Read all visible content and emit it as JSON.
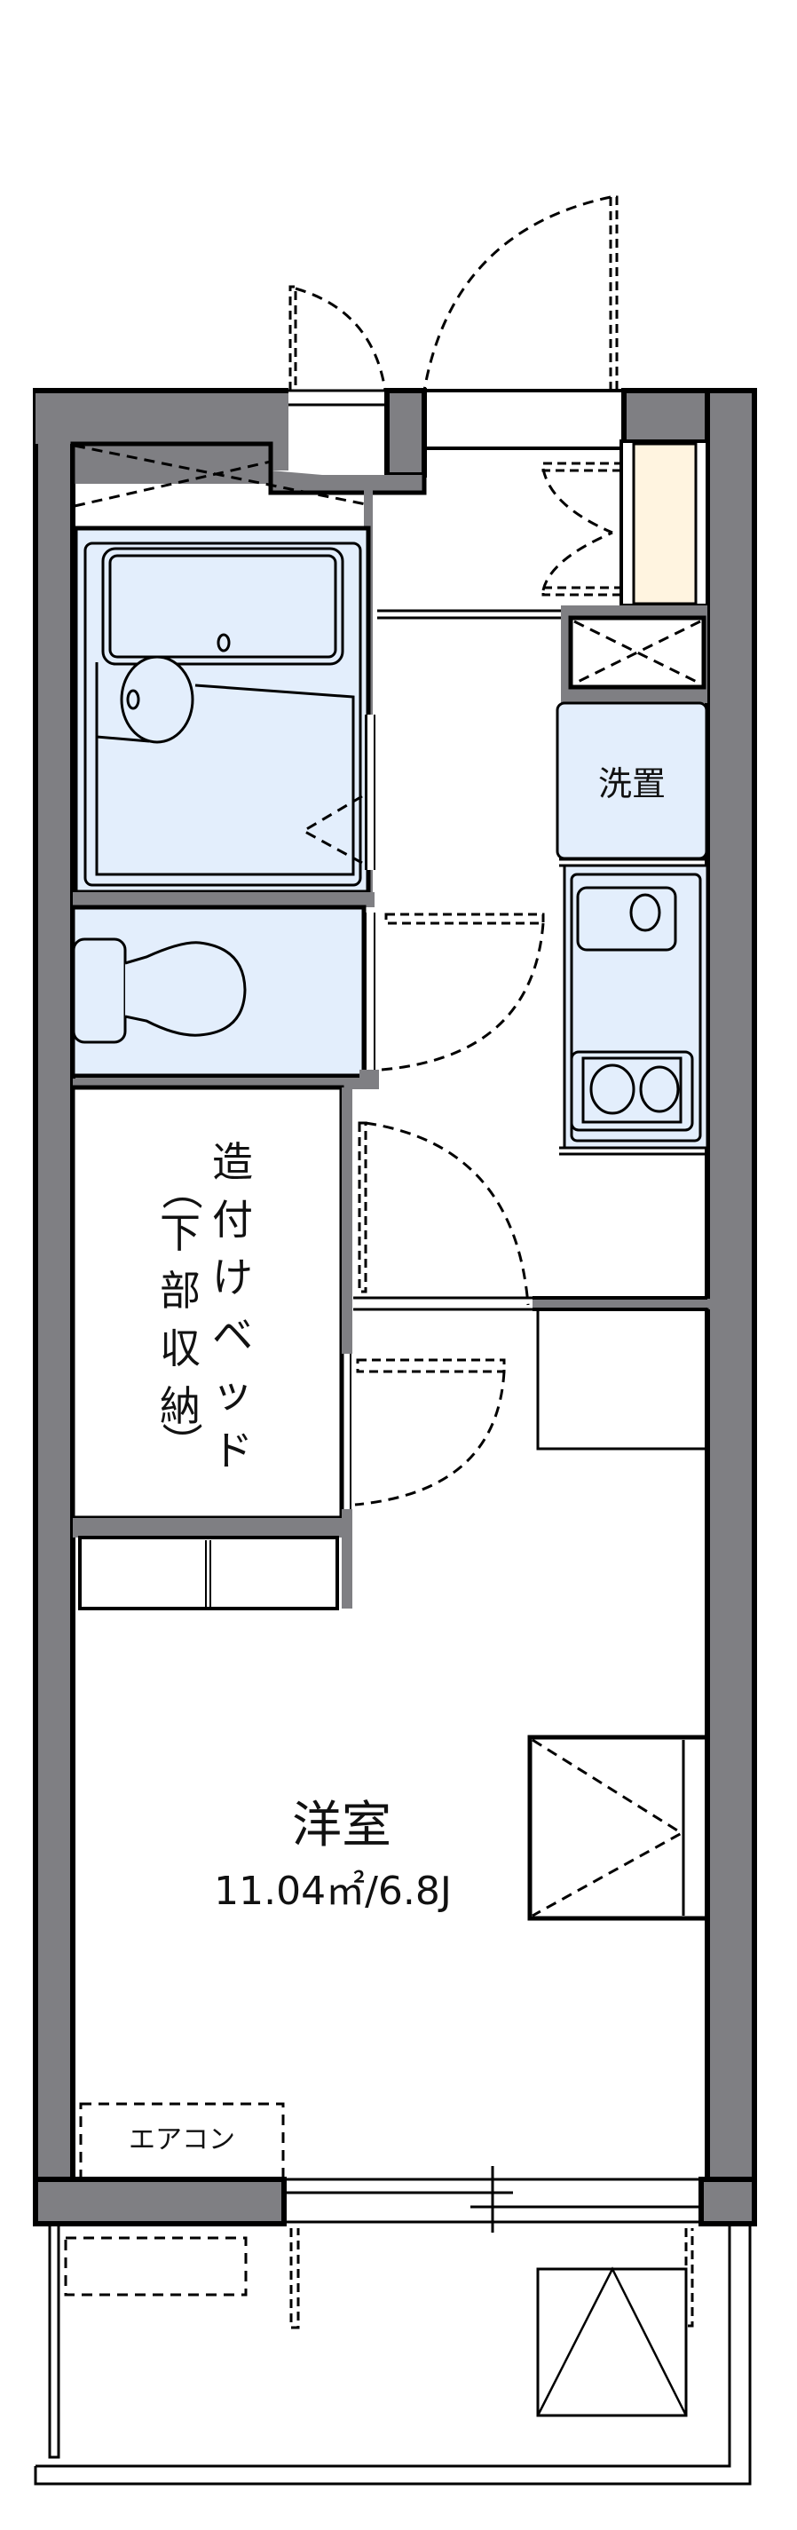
{
  "floor_plan": {
    "rooms": {
      "western_room": {
        "name": "洋室",
        "area": "11.04㎡/6.8J"
      },
      "washer": {
        "label": "洗置"
      },
      "built_in_bed": {
        "label_line1": "造付けベッド",
        "label_line2": "（下部収納）",
        "chars_col1": [
          "造",
          "付",
          "け",
          "ベ",
          "ッ",
          "ド"
        ],
        "chars_col2": [
          "（",
          "下",
          "部",
          "収",
          "納",
          "）"
        ]
      },
      "aircon": {
        "label": "エアコン"
      }
    },
    "colors": {
      "wall": "#7f7f83",
      "wet_area": "#e3eefc",
      "shoe_closet": "#fff4e0",
      "line": "#000000"
    }
  }
}
